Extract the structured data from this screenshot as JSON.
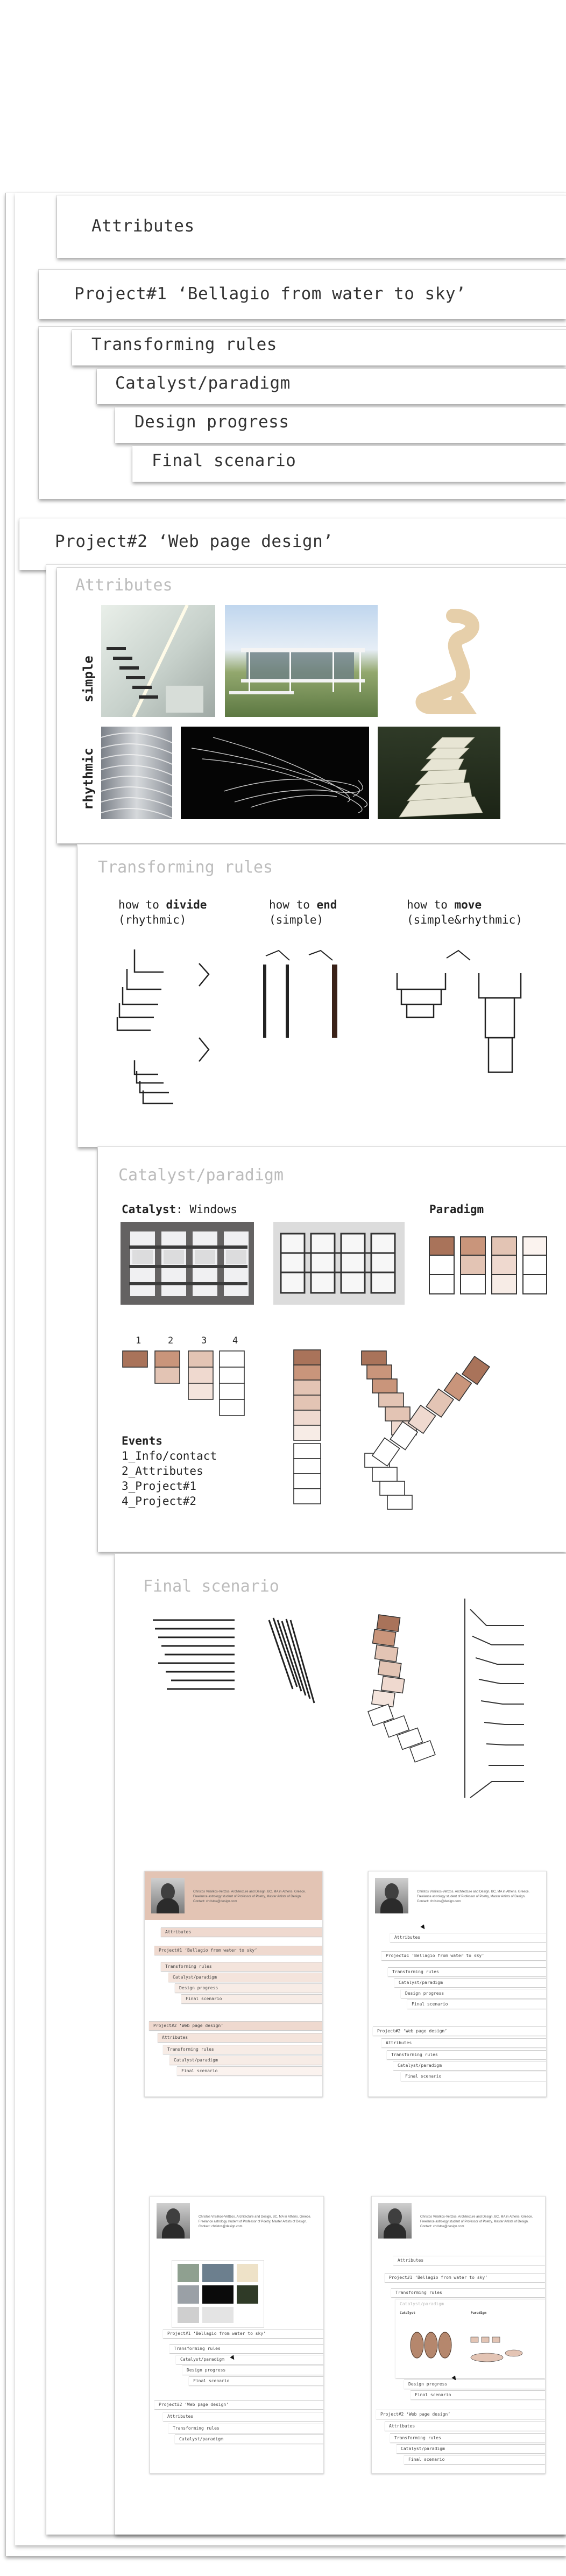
{
  "menu": {
    "attributes_top": "Attributes",
    "project1": "Project#1 ‘Bellagio from water to sky’",
    "project1_items": [
      "Transforming rules",
      "Catalyst/paradigm",
      "Design progress",
      "Final scenario"
    ],
    "project2": "Project#2 ‘Web page design’"
  },
  "attributes": {
    "title": "Attributes",
    "row_simple": "simple",
    "row_rhythmic": "rhythmic"
  },
  "transforming": {
    "title": "Transforming rules",
    "divide_pre": "how to ",
    "divide_kw": "divide",
    "divide_sub": "(rhythmic)",
    "end_pre": "how to ",
    "end_kw": "end",
    "end_sub": "(simple)",
    "move_pre": "how to ",
    "move_kw": "move",
    "move_sub": "(simple&rhythmic)"
  },
  "catalyst": {
    "title": "Catalyst/paradigm",
    "catalyst_kw": "Catalyst",
    "catalyst_rest": ": Windows",
    "paradigm": "Paradigm",
    "numbers": [
      "1",
      "2",
      "3",
      "4"
    ],
    "events_title": "Events",
    "events": [
      "1_Info/contact",
      "2_Attributes",
      "3_Project#1",
      "4_Project#2"
    ]
  },
  "final": {
    "title": "Final scenario"
  },
  "mockups": {
    "info_line1": "Christos Vrisilkos-Vettzos. Architecture and Design, BC, MA in Athens. Greece.",
    "info_line2": "Freelance astrology student of Professor of Poetry, Master Artists of Design.",
    "info_line3": "Contact: christos@design.com",
    "items": {
      "attributes": "Attributes",
      "project1": "Project#1 ‘Bellagio from water to sky’",
      "transforming": "Transforming rules",
      "catalyst": "Catalyst/paradigm",
      "design": "Design progress",
      "final": "Final scenario",
      "project2": "Project#2 ‘Web page design’"
    },
    "catalyst_mini_title": "Catalyst/paradigm",
    "catalyst_mini_label": "Catalyst",
    "paradigm_mini_label": "Paradigm"
  },
  "colors": {
    "accent_brown": "#a9735a",
    "light_brown": "#e3c4b4",
    "mid_brown": "#c9957b",
    "title_grey": "#bcbcbc"
  }
}
